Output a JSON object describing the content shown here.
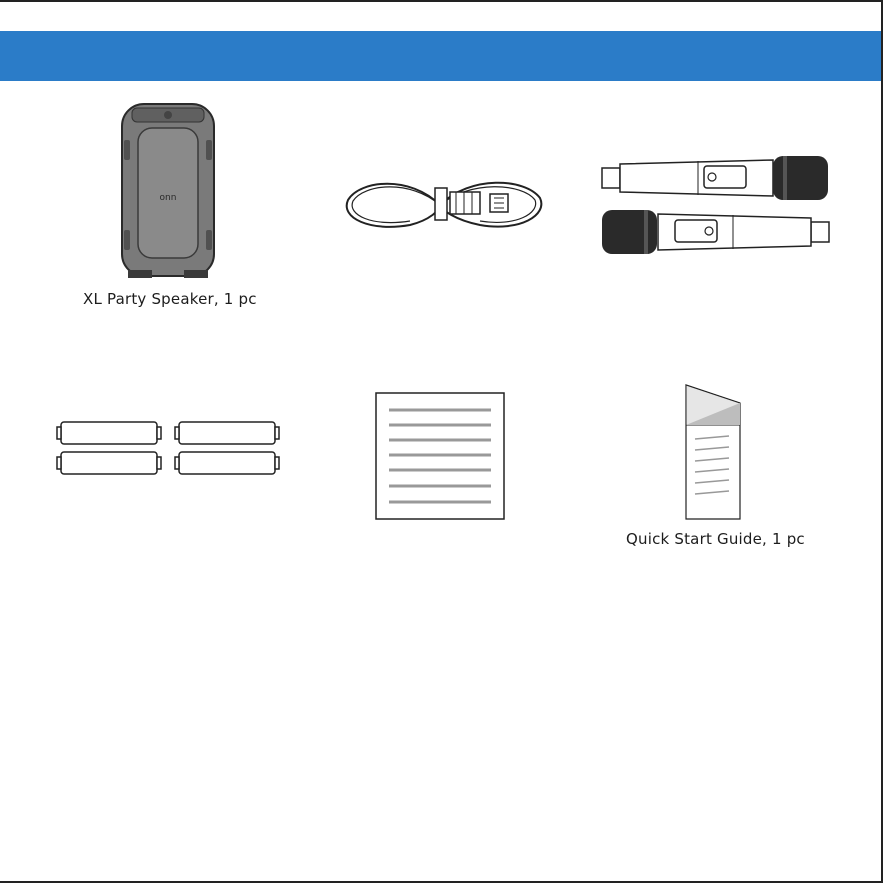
{
  "header": {
    "color": "#2b7cc8"
  },
  "items": [
    {
      "label": "XL Party Speaker, 1 pc",
      "icon": "speaker-icon",
      "brand": "onn"
    },
    {
      "label": "",
      "icon": "power-cord-icon"
    },
    {
      "label": "",
      "icon": "microphones-icon"
    },
    {
      "label": "",
      "icon": "batteries-icon"
    },
    {
      "label": "",
      "icon": "manual-icon"
    },
    {
      "label": "Quick Start Guide, 1 pc",
      "icon": "quick-start-guide-icon"
    }
  ]
}
